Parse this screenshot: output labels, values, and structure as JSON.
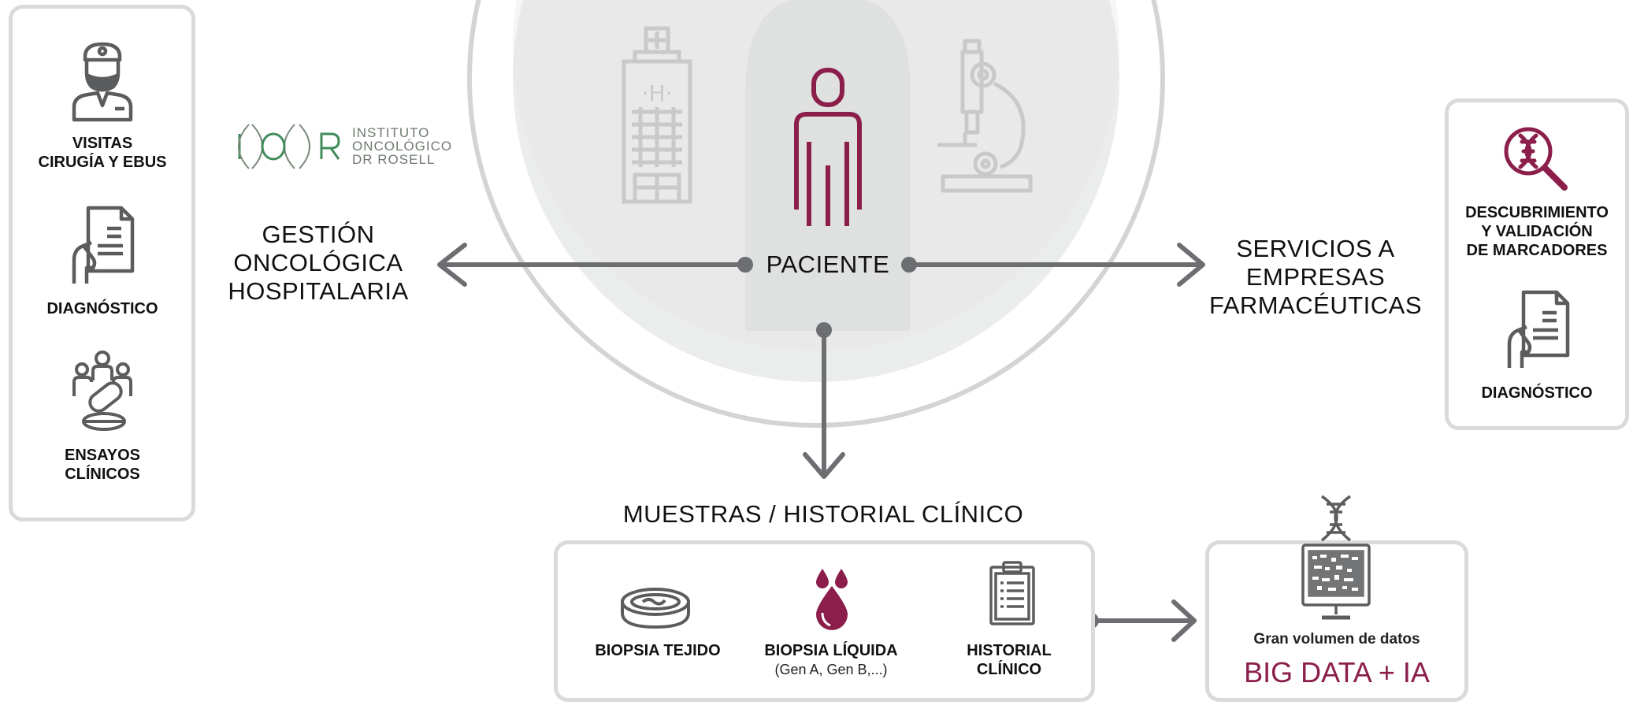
{
  "logo": {
    "letters": "I O R",
    "text": "INSTITUTO\nONCOLÓGICO\nDR ROSELL"
  },
  "left_panel": {
    "items": [
      {
        "icon": "surgeon-icon",
        "label": "VISITAS\nCIRUGÍA Y EBUS"
      },
      {
        "icon": "document-hand-icon",
        "label": "DIAGNÓSTICO"
      },
      {
        "icon": "clinical-trials-icon",
        "label": "ENSAYOS\nCLÍNICOS"
      }
    ]
  },
  "right_panel": {
    "items": [
      {
        "icon": "dna-magnifier-icon",
        "label": "DESCUBRIMIENTO\nY VALIDACIÓN\nDE MARCADORES"
      },
      {
        "icon": "document-hand-icon",
        "label": "DIAGNÓSTICO"
      }
    ]
  },
  "center": {
    "patient_label": "PACIENTE",
    "left_branch": "GESTIÓN\nONCOLÓGICA\nHOSPITALARIA",
    "right_branch": "SERVICIOS A\nEMPRESAS\nFARMACÉUTICAS",
    "down_branch": "MUESTRAS / HISTORIAL CLÍNICO"
  },
  "samples": {
    "items": [
      {
        "icon": "petri-dish-icon",
        "label": "BIOPSIA TEJIDO",
        "sub": ""
      },
      {
        "icon": "blood-drops-icon",
        "label": "BIOPSIA LÍQUIDA",
        "sub": "(Gen A, Gen B,...)"
      },
      {
        "icon": "clipboard-icon",
        "label": "HISTORIAL\nCLÍNICO",
        "sub": ""
      }
    ]
  },
  "bigdata": {
    "caption": "Gran volumen de datos",
    "title": "BIG DATA + IA"
  },
  "colors": {
    "accent": "#8b1e4a",
    "arrow": "#6d6e71",
    "ring": "#d3d4d3",
    "circle_fill": "#ebecec",
    "icon_gray": "#c8c9c9",
    "icon_dark": "#5b5c5e"
  }
}
